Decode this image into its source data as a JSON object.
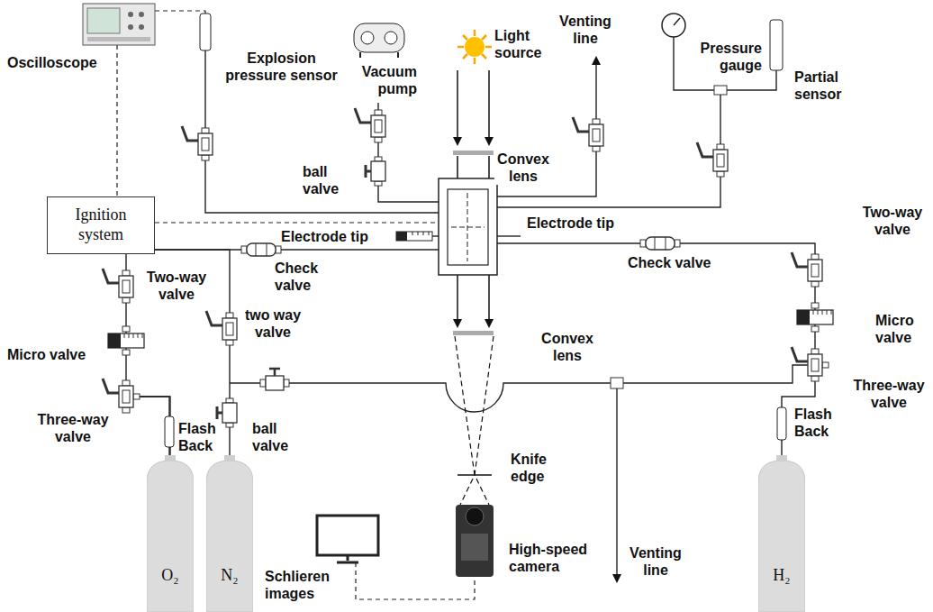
{
  "diagram": {
    "nodes": [
      {
        "text": [
          "Ignition system"
        ]
      },
      {
        "text": [
          "O₂"
        ]
      },
      {
        "text": [
          "N₂"
        ]
      },
      {
        "text": [
          "H₂"
        ]
      }
    ],
    "edges": [
      {
        "from": 0,
        "to": 1,
        "arrow": "none"
      },
      {
        "from": 2,
        "to": 0,
        "arrow": "none"
      }
    ],
    "labels": [
      "Oscilloscope",
      "Explosion pressure sensor",
      "Vacuum pump",
      "ball valve",
      "Light source",
      "Venting line",
      "Pressure gauge",
      "Partial sensor",
      "Convex lens",
      "Electrode tip",
      "Check valve",
      "Electrode tip",
      "Check valve",
      "Two-way valve",
      "Micro valve",
      "Three-way valve",
      "Flash Back",
      "Two-way valve",
      "two way valve",
      "Micro valve",
      "Three-way valve",
      "Flash Back",
      "ball valve",
      "Convex lens",
      "Knife edge",
      "Schlieren images",
      "High-speed camera",
      "Venting line"
    ]
  }
}
